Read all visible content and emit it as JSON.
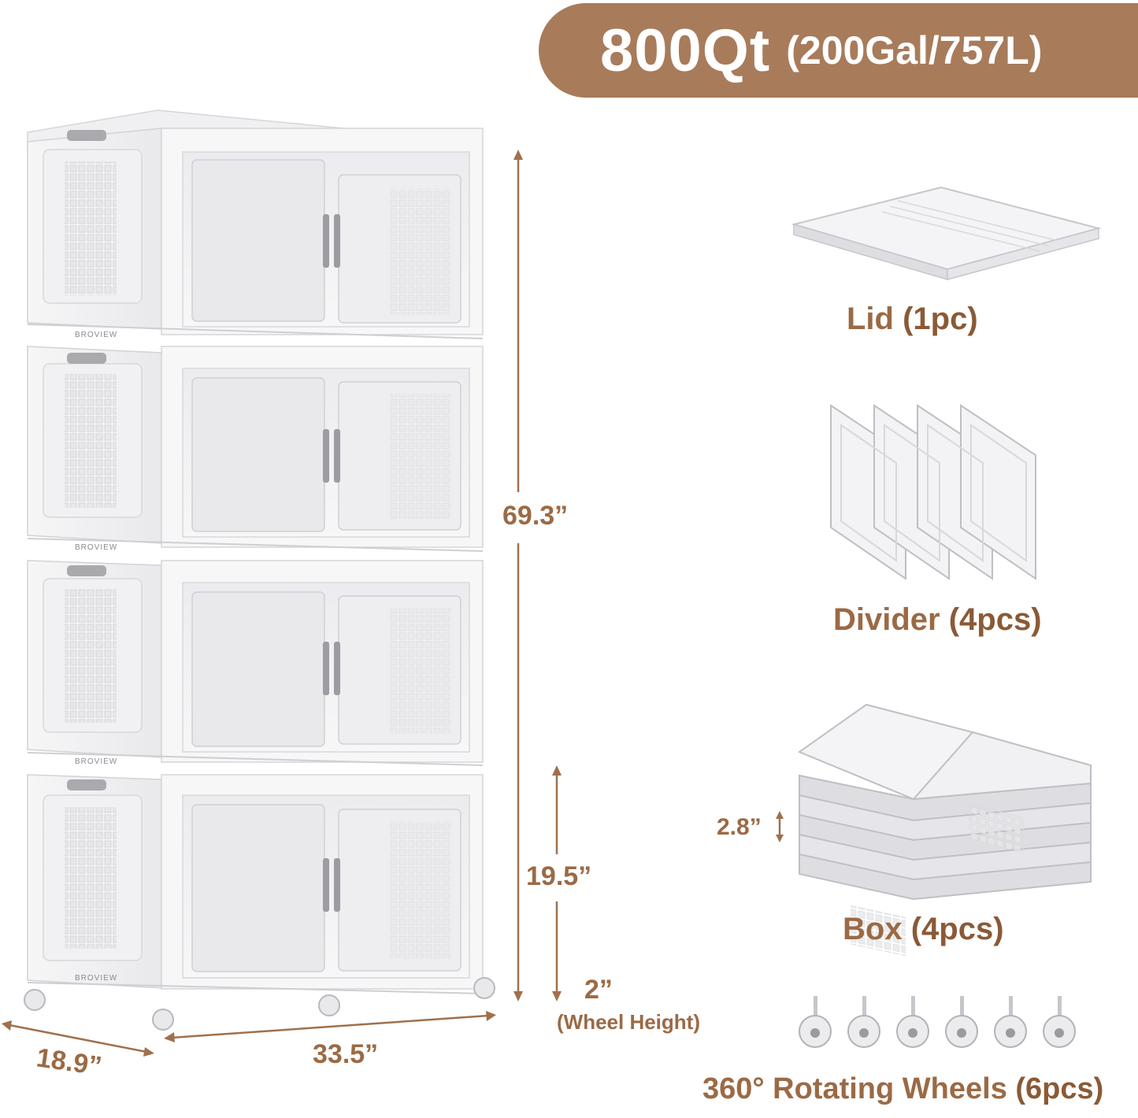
{
  "banner": {
    "capacity_primary": "800Qt",
    "capacity_secondary": "(200Gal/757L)"
  },
  "cabinet": {
    "brand_mark": "BROVIEW",
    "tiers": 4
  },
  "dimensions": {
    "total_height": "69.3”",
    "box_height": "19.5”",
    "wheel_height_value": "2”",
    "wheel_height_note": "(Wheel Height)",
    "width": "33.5”",
    "depth": "18.9”",
    "folded_box_thickness": "2.8”"
  },
  "components": {
    "lid": {
      "name": "Lid",
      "qty": "(1pc)"
    },
    "divider": {
      "name": "Divider",
      "qty": "(4pcs)"
    },
    "box": {
      "name": "Box",
      "qty": "(4pcs)"
    },
    "wheels": {
      "name": "360° Rotating Wheels",
      "qty": "(6pcs)"
    }
  },
  "colors": {
    "accent": "#a87b5b",
    "label_text": "#9b6a45",
    "cabinet_white": "#f4f4f5",
    "cabinet_edge": "#d6d6d9"
  }
}
